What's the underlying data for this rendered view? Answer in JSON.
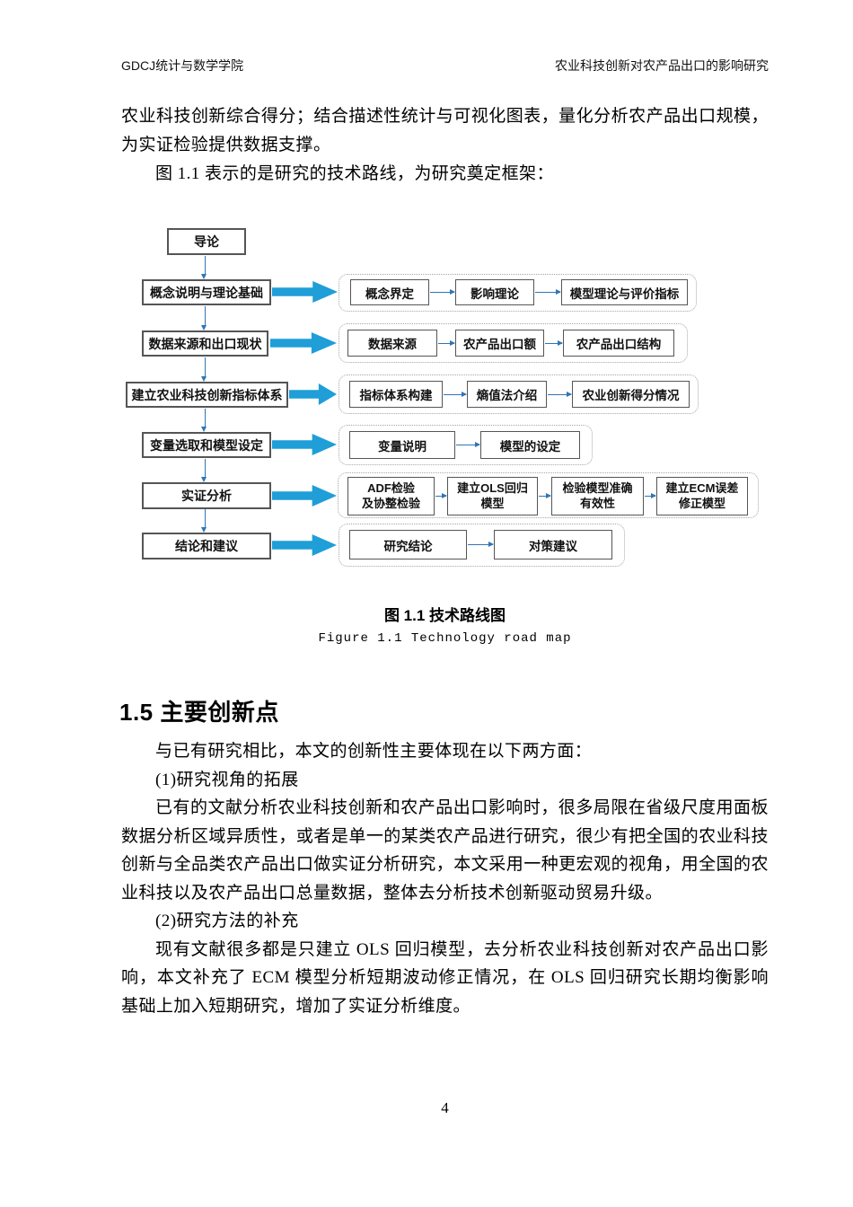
{
  "header": {
    "left": "GDCJ统计与数学学院",
    "right": "农业科技创新对农产品出口的影响研究"
  },
  "intro": {
    "p1": "农业科技创新综合得分；结合描述性统计与可视化图表，量化分析农产品出口规模，为实证检验提供数据支撑。",
    "p2": "图 1.1 表示的是研究的技术路线，为研究奠定框架："
  },
  "flowchart": {
    "root": {
      "label": "导论"
    },
    "rows": [
      {
        "stage": "概念说明与理论基础",
        "steps": [
          {
            "label": "概念界定"
          },
          {
            "label": "影响理论"
          },
          {
            "label": "模型理论与评价指标"
          }
        ]
      },
      {
        "stage": "数据来源和出口现状",
        "steps": [
          {
            "label": "数据来源"
          },
          {
            "label": "农产品出口额"
          },
          {
            "label": "农产品出口结构"
          }
        ]
      },
      {
        "stage": "建立农业科技创新指标体系",
        "steps": [
          {
            "label": "指标体系构建"
          },
          {
            "label": "熵值法介绍"
          },
          {
            "label": "农业创新得分情况"
          }
        ]
      },
      {
        "stage": "变量选取和模型设定",
        "steps": [
          {
            "label": "变量说明"
          },
          {
            "label": "模型的设定"
          }
        ]
      },
      {
        "stage": "实证分析",
        "steps": [
          {
            "lines": [
              "ADF检验",
              "及协整检验"
            ]
          },
          {
            "lines": [
              "建立OLS回归",
              "模型"
            ]
          },
          {
            "lines": [
              "检验模型准确",
              "有效性"
            ]
          },
          {
            "lines": [
              "建立ECM误差",
              "修正模型"
            ]
          }
        ]
      },
      {
        "stage": "结论和建议",
        "steps": [
          {
            "label": "研究结论"
          },
          {
            "label": "对策建议"
          }
        ]
      }
    ]
  },
  "figure": {
    "caption_zh": "图 1.1 技术路线图",
    "caption_en": "Figure 1.1 Technology road map"
  },
  "section": {
    "heading": "1.5 主要创新点",
    "p1": "与已有研究相比，本文的创新性主要体现在以下两方面：",
    "p2": "(1)研究视角的拓展",
    "p3": "已有的文献分析农业科技创新和农产品出口影响时，很多局限在省级尺度用面板数据分析区域异质性，或者是单一的某类农产品进行研究，很少有把全国的农业科技创新与全品类农产品出口做实证分析研究，本文采用一种更宏观的视角，用全国的农业科技以及农产品出口总量数据，整体去分析技术创新驱动贸易升级。",
    "p4": "(2)研究方法的补充",
    "p5": "现有文献很多都是只建立 OLS 回归模型，去分析农业科技创新对农产品出口影响，本文补充了 ECM 模型分析短期波动修正情况，在 OLS 回归研究长期均衡影响基础上加入短期研究，增加了实证分析维度。"
  },
  "page_number": "4",
  "colors": {
    "arrow_blue": "#1f9ed8",
    "connector_blue": "#2e75b6",
    "box_border": "#555555",
    "group_border": "#a6a6a6"
  }
}
